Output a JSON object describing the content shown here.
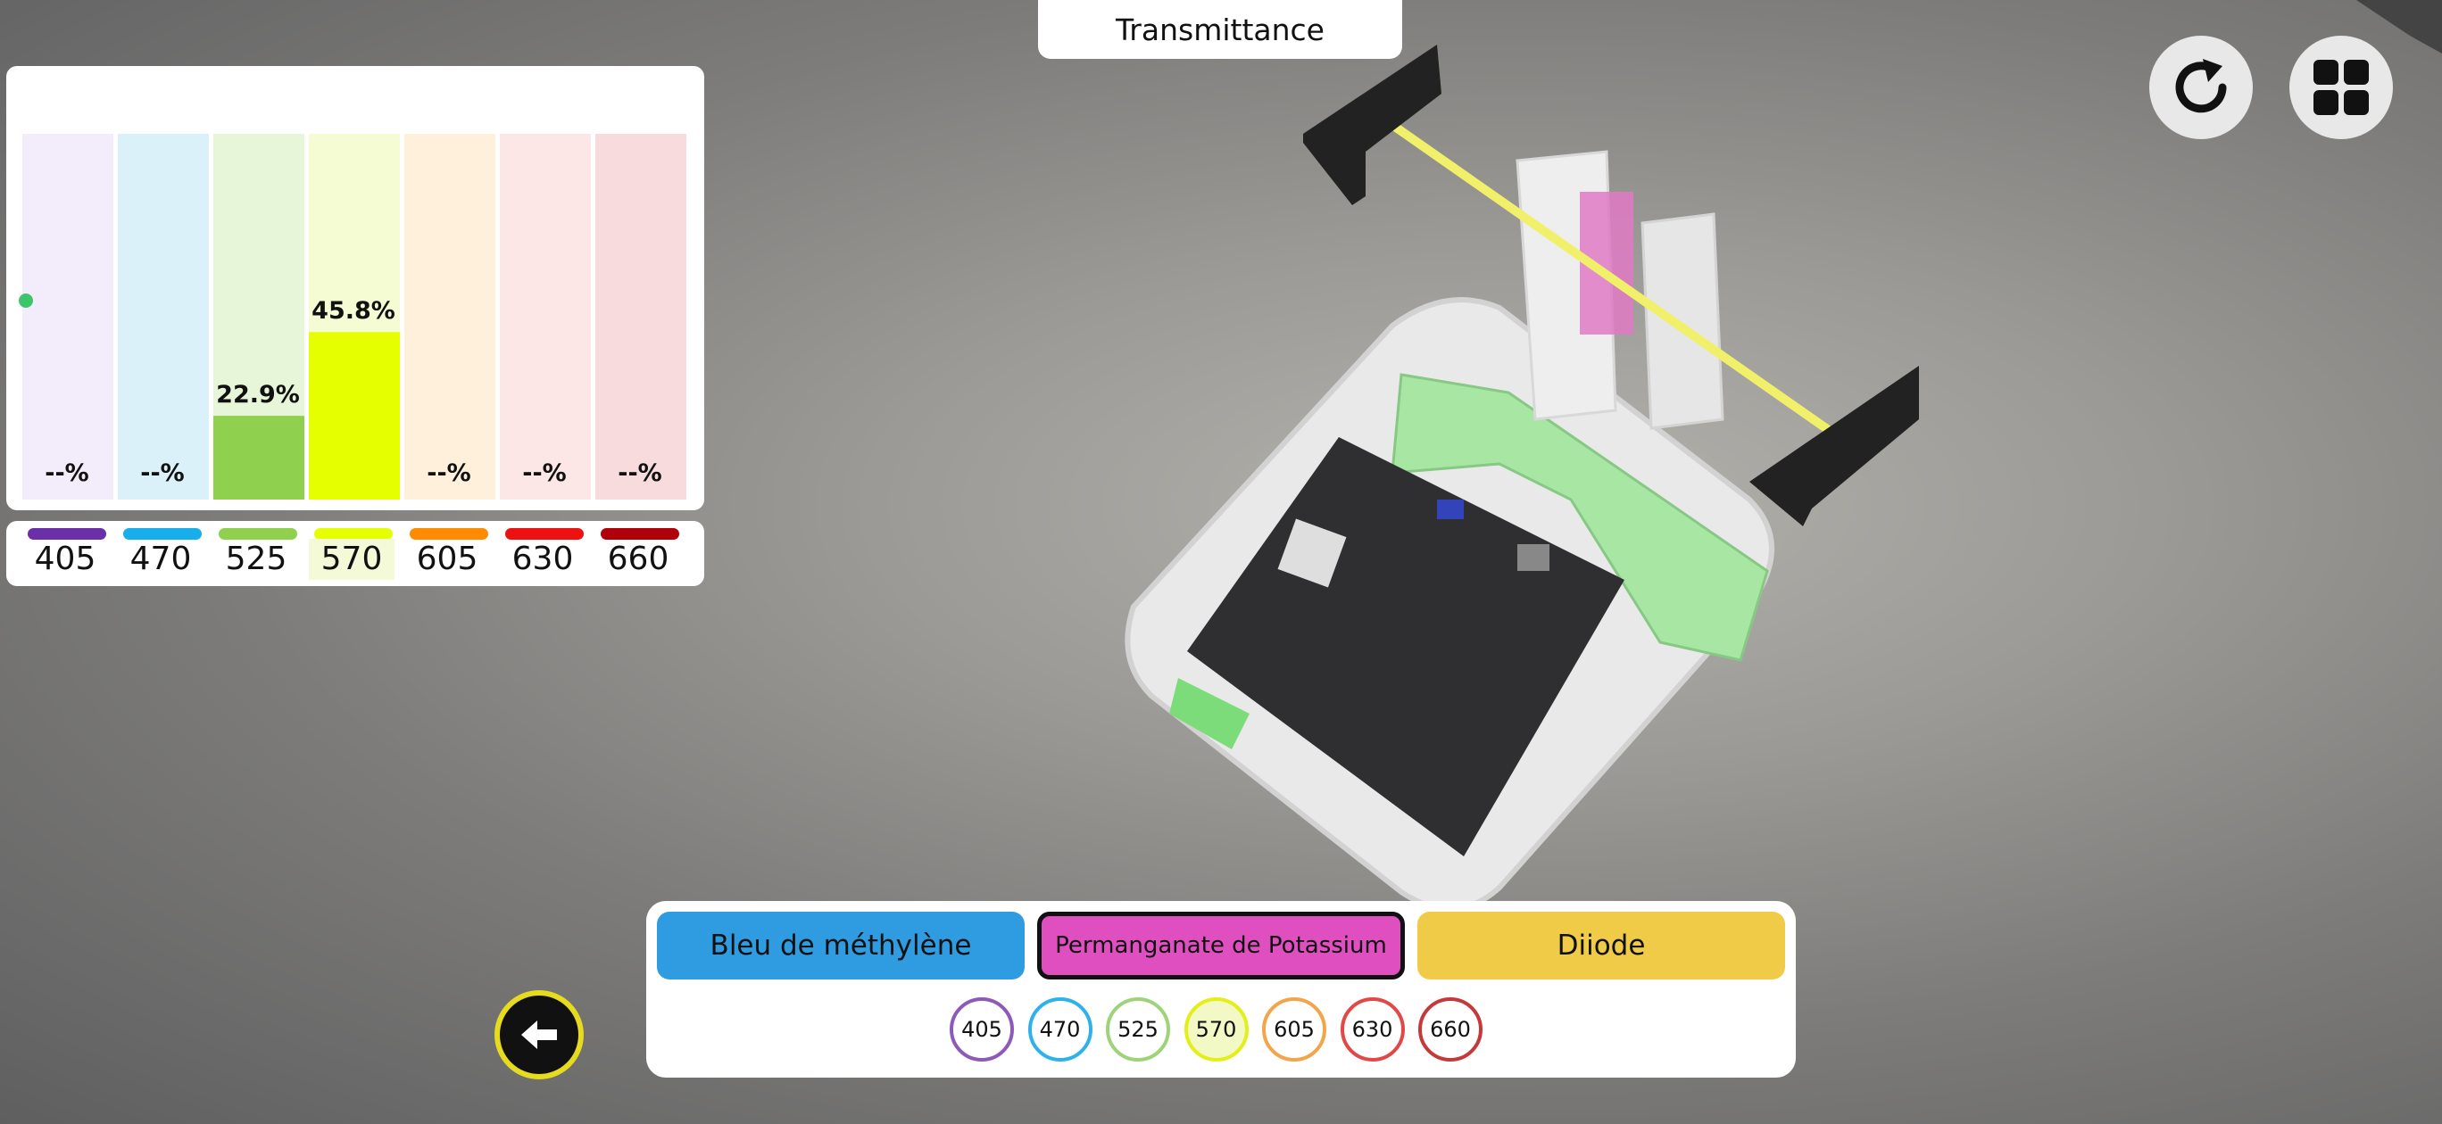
{
  "header": {
    "title": "Transmittance"
  },
  "icons": {
    "refresh": "refresh-icon",
    "grid": "grid-icon",
    "back": "arrow-left-icon"
  },
  "chart_data": {
    "type": "bar",
    "categories": [
      "405",
      "470",
      "525",
      "570",
      "605",
      "630",
      "660"
    ],
    "values": [
      null,
      null,
      22.9,
      45.8,
      null,
      null,
      null
    ],
    "value_labels": [
      "--%",
      "--%",
      "22.9%",
      "45.8%",
      "--%",
      "--%",
      "--%"
    ],
    "ylim": [
      0,
      100
    ],
    "series_colors": [
      "#6b2fa8",
      "#18aeea",
      "#8fd14f",
      "#e5ff00",
      "#ff8c00",
      "#ee1111",
      "#b0000a"
    ],
    "background_colors": [
      "#f3ecfb",
      "#dbf1fa",
      "#e7f5d9",
      "#f5fbd3",
      "#fff0dc",
      "#fde6e6",
      "#f8dbdd"
    ],
    "selected_category": "570"
  },
  "liquids": [
    {
      "label": "Bleu de méthylène",
      "color": "#2f9be0",
      "selected": false
    },
    {
      "label": "Permanganate de Potassium",
      "color": "#e04fc0",
      "selected": true
    },
    {
      "label": "Diiode",
      "color": "#f0cb48",
      "selected": false
    }
  ],
  "wavelength_buttons": [
    {
      "label": "405",
      "color": "#8e5ab8",
      "selected": false
    },
    {
      "label": "470",
      "color": "#2fb2ea",
      "selected": false
    },
    {
      "label": "525",
      "color": "#9fd37a",
      "selected": false
    },
    {
      "label": "570",
      "color": "#e4ef1a",
      "selected": true
    },
    {
      "label": "605",
      "color": "#f2a54a",
      "selected": false
    },
    {
      "label": "630",
      "color": "#e24848",
      "selected": false
    },
    {
      "label": "660",
      "color": "#c43a3a",
      "selected": false
    }
  ]
}
